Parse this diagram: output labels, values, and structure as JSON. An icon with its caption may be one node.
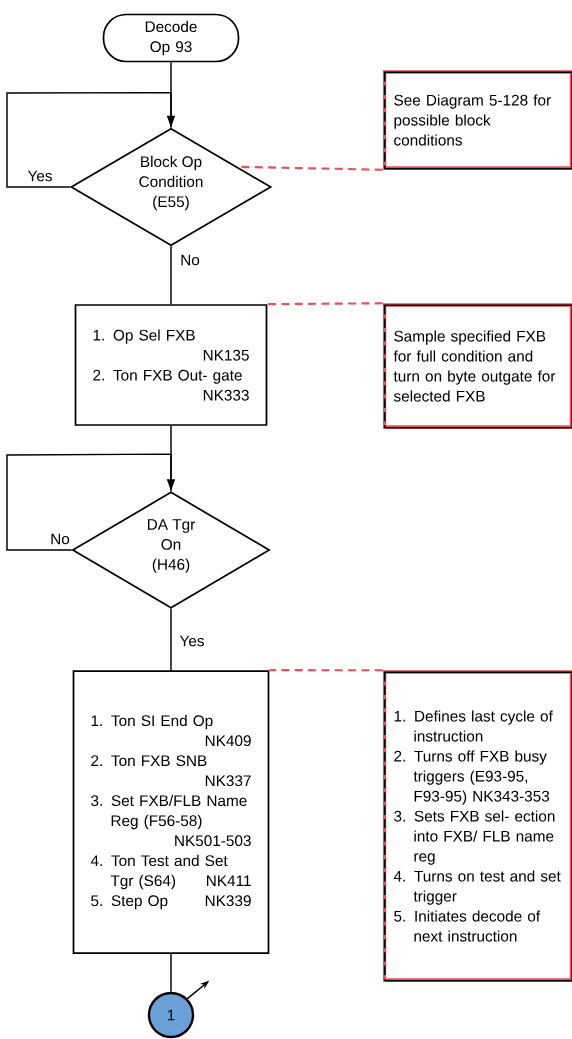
{
  "diagram": {
    "nodes": [
      {
        "text": [
          "Decode Op 93"
        ]
      },
      {
        "text": [
          "Block Op Condition (E55)"
        ]
      },
      {
        "text": [
          "See Diagram 5-128 for possible block conditions"
        ]
      },
      {
        "text": [
          "1. Op Sel FXB",
          "NK135",
          "2. Ton FXB Out- gate",
          "NK333"
        ]
      },
      {
        "text": [
          "Sample specified FXB for full condition and turn on byte outgate for selected FXB"
        ]
      },
      {
        "text": [
          "DA Tgr On (H46)"
        ]
      },
      {
        "text": [
          "1. Ton SI End Op",
          "NK409",
          "2. Ton FXB SNB",
          "NK337",
          "3. Set FXB/FLB Name Reg (F56-58)",
          "NK501-503",
          "4. Ton Test and Set Tgr (S64)",
          "NK411",
          "5. Step Op",
          "NK339"
        ]
      },
      {
        "text": [
          "1. Defines last cycle of instruction",
          "2. Turns off FXB busy triggers (E93-95, F93-95) NK343-353",
          "3. Sets FXB sel- ection into FXB/ FLB name reg",
          "4. Turns on test and set trigger",
          "5. Initiates decode of next instruction"
        ]
      },
      {
        "text": [
          "1"
        ]
      }
    ],
    "edges": [
      {
        "from": 0,
        "to": 1,
        "arrow": "none"
      },
      {
        "from": 1,
        "to": 1,
        "arrow": "to",
        "label": "Yes"
      },
      {
        "from": 1,
        "to": 3,
        "arrow": "none",
        "label": "No"
      },
      {
        "from": 3,
        "to": 5,
        "arrow": "none"
      },
      {
        "from": 5,
        "to": 5,
        "arrow": "to",
        "label": "No"
      },
      {
        "from": 5,
        "to": 6,
        "arrow": "none",
        "label": "Yes"
      },
      {
        "from": 6,
        "to": 8,
        "arrow": "none"
      },
      {
        "from": 8,
        "to": null,
        "arrow": "to"
      },
      {
        "from": 2,
        "to": 1,
        "arrow": "none",
        "style": "dashed",
        "color": "#e8505b"
      },
      {
        "from": 4,
        "to": 3,
        "arrow": "none",
        "style": "dashed",
        "color": "#e8505b"
      },
      {
        "from": 7,
        "to": 6,
        "arrow": "none",
        "style": "dashed",
        "color": "#e8505b"
      }
    ]
  }
}
